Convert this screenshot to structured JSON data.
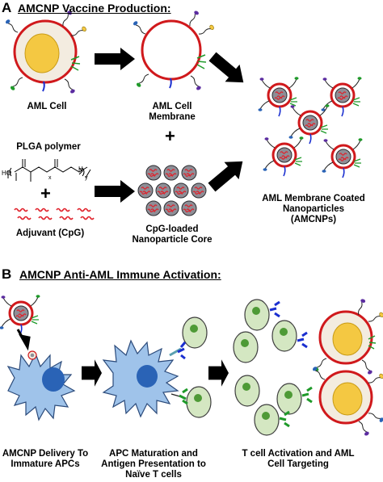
{
  "panel_a": {
    "letter": "A",
    "title": "AMCNP Vaccine Production:",
    "aml_cell_label": "AML Cell",
    "aml_membrane_label": "AML Cell Membrane",
    "plus_top": "+",
    "plga_label": "PLGA polymer",
    "plga_structure": {
      "ho": "HO",
      "x": "x",
      "y": "y",
      "h": "H"
    },
    "plus_left": "+",
    "adjuvant_label": "Adjuvant (CpG)",
    "core_label": "CpG-loaded Nanoparticle Core",
    "amcnp_label": "AML Membrane Coated Nanoparticles (AMCNPs)"
  },
  "panel_b": {
    "letter": "B",
    "title": "AMCNP Anti-AML Immune Activation:",
    "step1_label": "AMCNP Delivery To Immature APCs",
    "step2_label": "APC Maturation and Antigen Presentation to Naïve T cells",
    "step3_label": "T cell Activation and AML Cell Targeting"
  },
  "colors": {
    "membrane_red": "#d0191c",
    "cytoplasm": "#f3ece0",
    "nucleus_yellow": "#f4c842",
    "nanoparticle_gray": "#8e8e96",
    "cpg_red": "#e0202a",
    "apc_blue": "#9fc3ea",
    "apc_nucleus": "#2a63b6",
    "tcell_green": "#d4e7c2",
    "tcell_nucleus": "#4e9a36",
    "receptor_blue": "#1a2fd0",
    "receptor_green": "#1f9a2a",
    "arrow": "#000000"
  }
}
